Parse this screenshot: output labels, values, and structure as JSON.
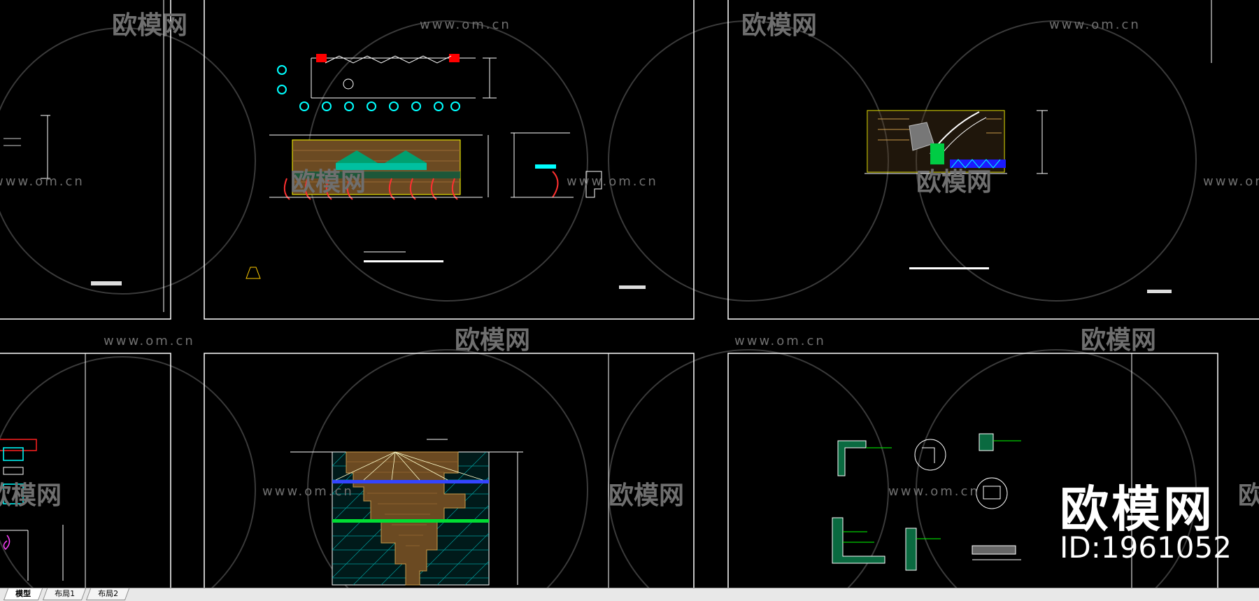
{
  "watermark": {
    "url": "www.om.cn",
    "logo": "欧模网"
  },
  "brand": {
    "name": "欧模网",
    "id_label": "ID:1961052"
  },
  "tabs": [
    {
      "label": "模型",
      "active": true
    },
    {
      "label": "布局1",
      "active": false
    },
    {
      "label": "布局2",
      "active": false
    }
  ],
  "colors": {
    "background": "#000000",
    "line": "#ffffff",
    "accent_red": "#ff0000",
    "accent_cyan": "#00ffff",
    "accent_green": "#00ff00",
    "accent_yellow": "#ffff00",
    "accent_blue": "#0000ff",
    "brick": "#8b5a2b"
  }
}
